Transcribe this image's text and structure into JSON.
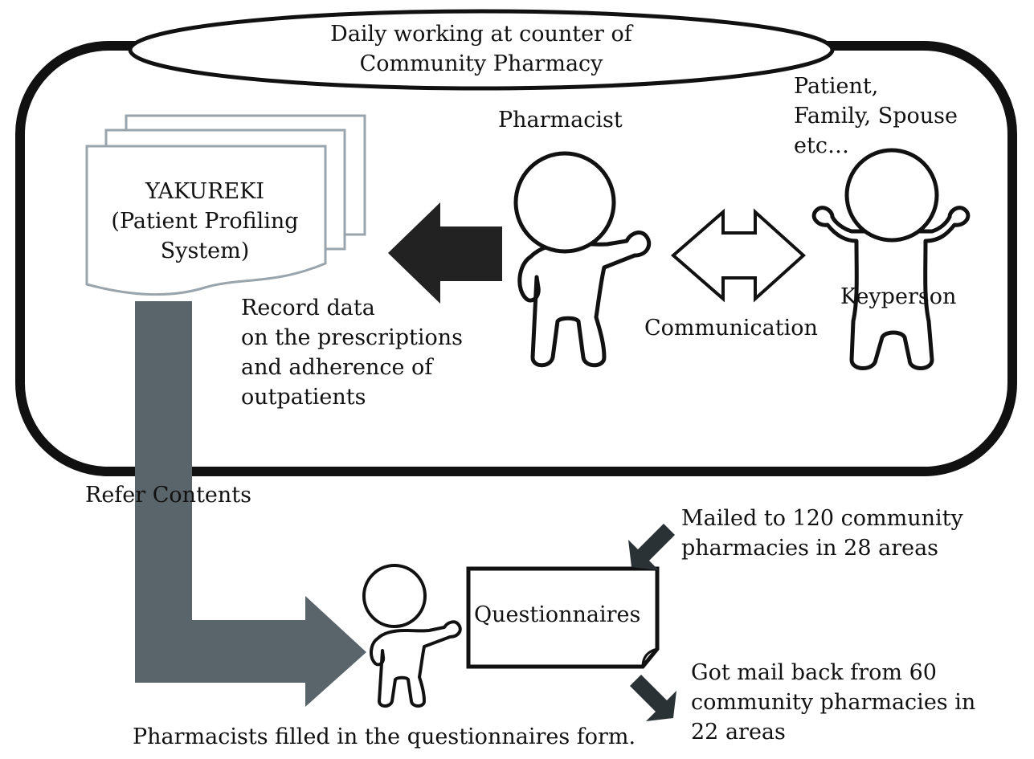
{
  "header": {
    "lines": [
      "Daily working at counter of",
      "Community Pharmacy"
    ]
  },
  "yakureki": {
    "lines": [
      "YAKUREKI",
      "(Patient Profiling",
      "System)"
    ]
  },
  "pharmacist_label": "Pharmacist",
  "keyperson_group": {
    "lines": [
      "Patient,",
      "Family, Spouse",
      "etc…"
    ]
  },
  "keyperson_label": "Keyperson",
  "communication_label": "Communication",
  "record_note": {
    "lines": [
      "Record data",
      "on the prescriptions",
      "and adherence of",
      "outpatients"
    ]
  },
  "refer_label": "Refer Contents",
  "questionnaires_label": "Questionnaires",
  "mailed_note": {
    "lines": [
      "Mailed to 120 community",
      "pharmacies in 28 areas"
    ]
  },
  "returned_note": {
    "lines": [
      "Got mail back from 60",
      "community pharmacies in",
      "22 areas"
    ]
  },
  "filled_caption": "Pharmacists filled in the questionnaires form.",
  "colors": {
    "stroke": "#111111",
    "flow_arrow": "#5a656b",
    "dark_arrow": "#222222",
    "document_edge": "#9aa4ad",
    "small_arrow": "#2b3236"
  }
}
